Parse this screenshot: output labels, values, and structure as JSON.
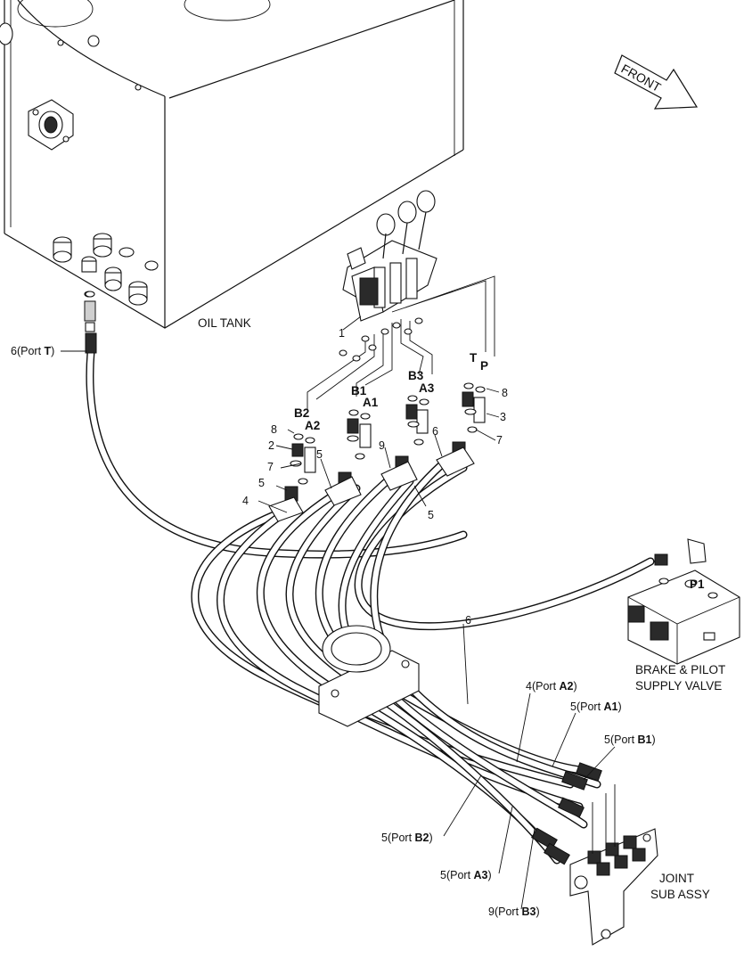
{
  "labels": {
    "front": "FRONT",
    "oil_tank": "OIL TANK",
    "brake_valve_line1": "BRAKE & PILOT",
    "brake_valve_line2": "SUPPLY VALVE",
    "joint_line1": "JOINT",
    "joint_line2": "SUB ASSY",
    "port_p1": "P1",
    "hose_port_t": {
      "num": "6",
      "pre": "(Port ",
      "port": "T",
      "post": ")"
    },
    "hose_port_a2": {
      "num": "4",
      "pre": "(Port ",
      "port": "A2",
      "post": ")"
    },
    "hose_port_a1": {
      "num": "5",
      "pre": "(Port ",
      "port": "A1",
      "post": ")"
    },
    "hose_port_b1": {
      "num": "5",
      "pre": "(Port ",
      "port": "B1",
      "post": ")"
    },
    "hose_port_b2": {
      "num": "5",
      "pre": "(Port ",
      "port": "B2",
      "post": ")"
    },
    "hose_port_a3": {
      "num": "5",
      "pre": "(Port ",
      "port": "A3",
      "post": ")"
    },
    "hose_port_b3": {
      "num": "9",
      "pre": "(Port ",
      "port": "B3",
      "post": ")"
    },
    "valve_ports": {
      "b2": "B2",
      "a2": "A2",
      "b1": "B1",
      "a1": "A1",
      "b3": "B3",
      "a3": "A3",
      "t": "T",
      "p": "P"
    },
    "callouts": {
      "c1": "1",
      "c2": "2",
      "c3": "3",
      "c4": "4",
      "c5a": "5",
      "c5b": "5",
      "c5c": "5",
      "c6a": "6",
      "c6b": "6",
      "c7a": "7",
      "c7b": "7",
      "c8a": "8",
      "c8b": "8",
      "c9": "9"
    }
  }
}
